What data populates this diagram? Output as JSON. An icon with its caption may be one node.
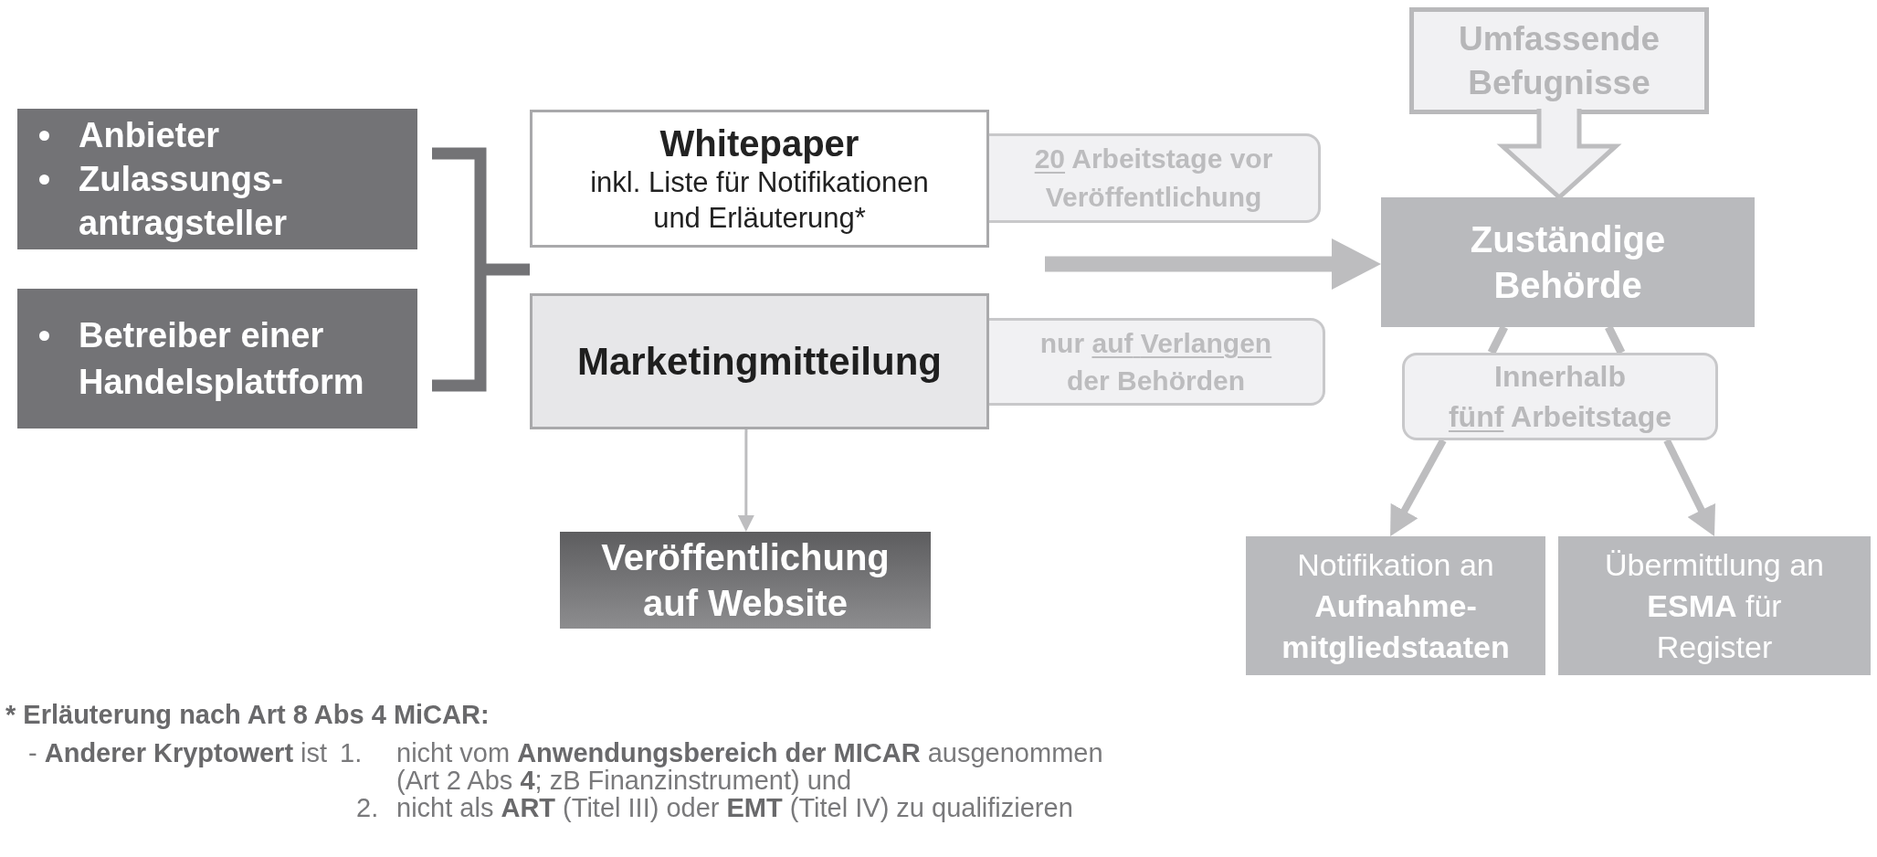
{
  "diagram": {
    "nodes": [
      {
        "text": [
          "Anbieter",
          "Zulassungs- antragsteller"
        ]
      },
      {
        "text": [
          "Betreiber einer Handelsplattform"
        ]
      },
      {
        "text": [
          "Whitepaper",
          "inkl. Liste für Notifikationen und Erläuterung*"
        ]
      },
      {
        "text": [
          "20 Arbeitstage vor Veröffentlichung"
        ]
      },
      {
        "text": [
          "Marketingmitteilung"
        ]
      },
      {
        "text": [
          "nur auf Verlangen der Behörden"
        ]
      },
      {
        "text": [
          "Veröffentlichung auf Website"
        ]
      },
      {
        "text": [
          "Umfassende Befugnisse"
        ]
      },
      {
        "text": [
          "Zuständige Behörde"
        ]
      },
      {
        "text": [
          "Innerhalb fünf Arbeitstage"
        ]
      },
      {
        "text": [
          "Notifikation an **Aufnahme- mitgliedstaaten**"
        ]
      },
      {
        "text": [
          "Übermittlung an **ESMA** für Register"
        ]
      }
    ],
    "edges": [
      {
        "from": 4,
        "to": 6,
        "arrow": "to"
      },
      {
        "from": null,
        "to": 8,
        "arrow": "to",
        "style": "thick"
      },
      {
        "from": 7,
        "to": 8,
        "arrow": "to",
        "style": "thick"
      },
      {
        "from": 8,
        "to": 9,
        "arrow": "none"
      },
      {
        "from": 8,
        "to": 9,
        "arrow": "none"
      },
      {
        "from": 9,
        "to": 10,
        "arrow": "to"
      },
      {
        "from": 9,
        "to": 11,
        "arrow": "to"
      }
    ],
    "labels": [
      "* Erläuterung nach Art 8 Abs 4 MiCAR:",
      "- **Anderer Kryptowert** ist",
      "1.",
      "nicht vom **Anwendungsbereich der MICAR** ausgenommen (Art 2 Abs **4**; zB Finanzinstrument) und",
      "2.",
      "nicht als **ART** (Titel III) oder **EMT** (Titel IV) zu qualifizieren"
    ]
  }
}
